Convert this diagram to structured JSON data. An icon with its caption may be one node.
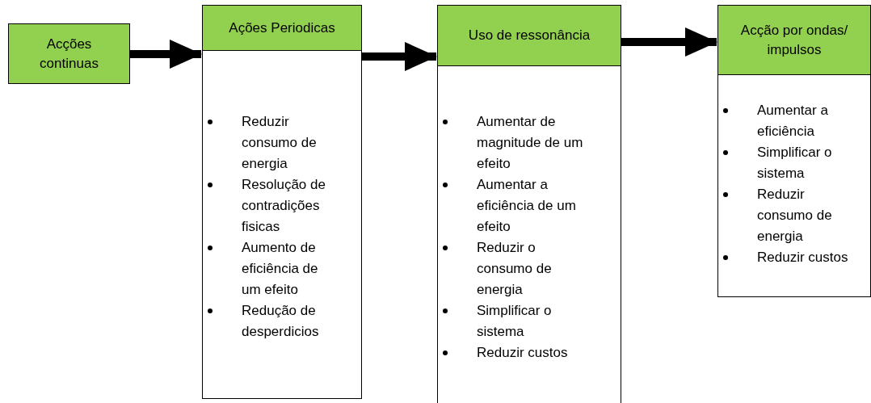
{
  "diagram": {
    "nodes": [
      {
        "text": [
          "Acções continuas"
        ]
      },
      {
        "text": [
          "Ações Periodicas",
          "Reduzir consumo de energia",
          "Resolução de contradições fisicas",
          "Aumento de eficiência de um efeito",
          "Redução de desperdicios"
        ]
      },
      {
        "text": [
          "Uso de ressonância",
          "Aumentar de magnitude de um efeito",
          "Aumentar a eficiência de um efeito",
          "Reduzir o consumo de energia",
          "Simplificar o sistema",
          "Reduzir custos"
        ]
      },
      {
        "text": [
          "Acção por ondas/ impulsos",
          "Aumentar a eficiência",
          "Simplificar o sistema",
          "Reduzir consumo de energia",
          "Reduzir custos"
        ]
      }
    ],
    "edges": [
      {
        "from": 0,
        "to": 1,
        "arrow": "to"
      },
      {
        "from": 1,
        "to": 2,
        "arrow": "to"
      },
      {
        "from": 2,
        "to": 3,
        "arrow": "to"
      }
    ]
  }
}
